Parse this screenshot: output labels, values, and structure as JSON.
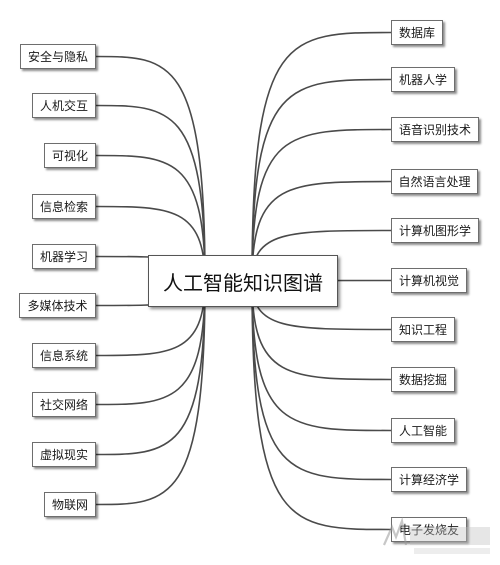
{
  "center_topic": "人工智能知识图谱",
  "left_nodes": [
    "安全与隐私",
    "人机交互",
    "可视化",
    "信息检索",
    "机器学习",
    "多媒体技术",
    "信息系统",
    "社交网络",
    "虚拟现实",
    "物联网"
  ],
  "right_nodes": [
    "数据库",
    "机器人学",
    "语音识别技术",
    "自然语言处理",
    "计算机图形学",
    "计算机视觉",
    "知识工程",
    "数据挖掘",
    "人工智能",
    "计算经济学",
    "电子发烧友"
  ],
  "watermark": {
    "text": "电子发烧友",
    "subtext": "www.elecfans.com"
  },
  "colors": {
    "line": "#4a4a4a",
    "border": "#6e6e6e"
  }
}
